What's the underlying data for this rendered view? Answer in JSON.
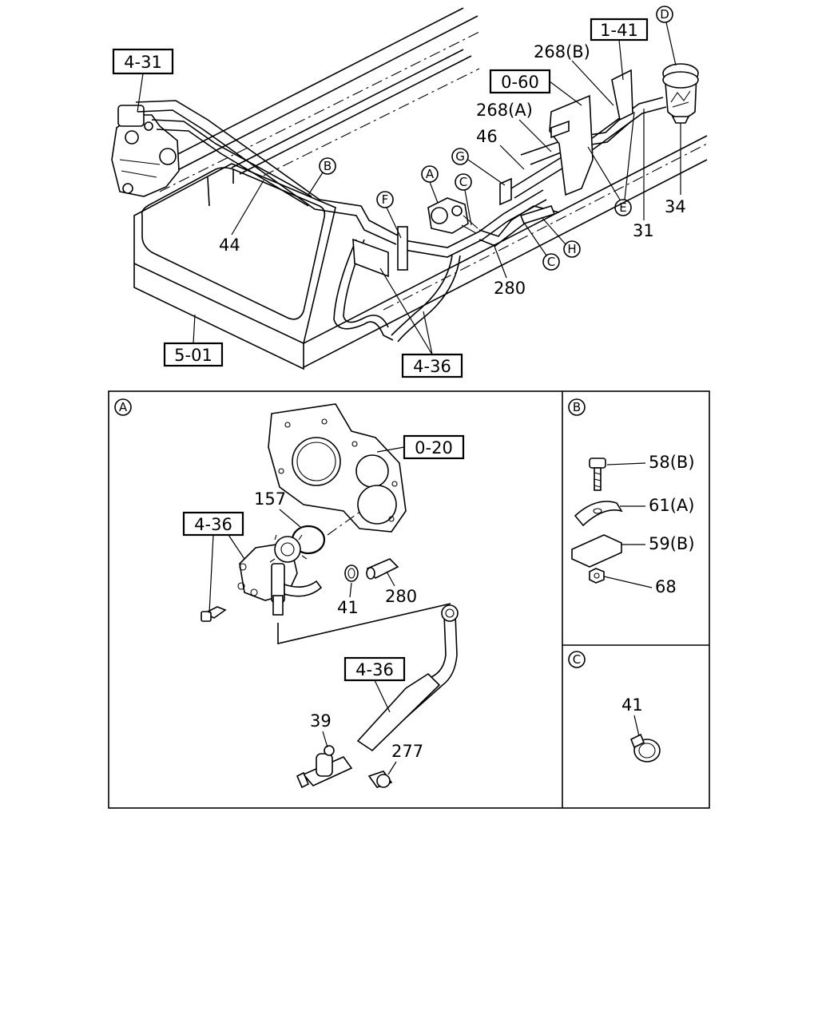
{
  "refs": {
    "r431": "4-31",
    "r141": "1-41",
    "r060": "0-60",
    "r501": "5-01",
    "r436a": "4-36",
    "r020": "0-20",
    "r436b": "4-36",
    "r436c": "4-36"
  },
  "callouts": {
    "c268b": "268(B)",
    "c268a": "268(A)",
    "c46": "46",
    "c44": "44",
    "c280a": "280",
    "c31": "31",
    "c34": "34",
    "c157": "157",
    "c41a": "41",
    "c280b": "280",
    "c39": "39",
    "c277": "277",
    "c58b": "58(B)",
    "c61a": "61(A)",
    "c59b": "59(B)",
    "c68": "68",
    "c41b": "41"
  },
  "letters": {
    "A": "A",
    "B": "B",
    "C": "C",
    "D": "D",
    "E": "E",
    "F": "F",
    "G": "G",
    "H": "H"
  }
}
